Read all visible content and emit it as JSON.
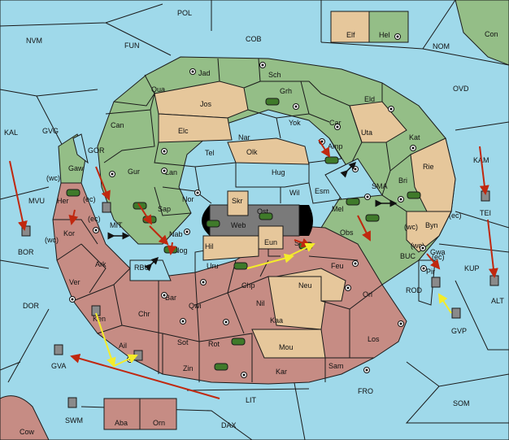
{
  "map": {
    "colors": {
      "sea": "#9fd9ea",
      "green": "#94be87",
      "tan": "#e6c79b",
      "red": "#c68c84",
      "gray": "#7a7a7a",
      "move_red": "#c0280f",
      "move_yellow": "#f4ec2a"
    },
    "regions": [
      {
        "id": "pol",
        "label": "POL"
      },
      {
        "id": "nvm",
        "label": "NVM"
      },
      {
        "id": "fun",
        "label": "FUN"
      },
      {
        "id": "cob",
        "label": "COB"
      },
      {
        "id": "nom",
        "label": "NOM"
      },
      {
        "id": "con",
        "label": "Con"
      },
      {
        "id": "ovd",
        "label": "OVD"
      },
      {
        "id": "kal",
        "label": "KAL"
      },
      {
        "id": "gvg",
        "label": "GVG"
      },
      {
        "id": "gor",
        "label": "GOR"
      },
      {
        "id": "kam",
        "label": "KAM"
      },
      {
        "id": "mvu",
        "label": "MVU"
      },
      {
        "id": "bor",
        "label": "BOR"
      },
      {
        "id": "mit",
        "label": "MIT"
      },
      {
        "id": "sma",
        "label": "SMA"
      },
      {
        "id": "tei",
        "label": "TEI"
      },
      {
        "id": "rbu",
        "label": "RBU"
      },
      {
        "id": "buc",
        "label": "BUC"
      },
      {
        "id": "kup",
        "label": "KUP"
      },
      {
        "id": "rod",
        "label": "ROD"
      },
      {
        "id": "alt",
        "label": "ALT"
      },
      {
        "id": "dor",
        "label": "DOR"
      },
      {
        "id": "gvp",
        "label": "GVP"
      },
      {
        "id": "gva",
        "label": "GVA"
      },
      {
        "id": "fro",
        "label": "FRO"
      },
      {
        "id": "som",
        "label": "SOM"
      },
      {
        "id": "lit",
        "label": "LIT"
      },
      {
        "id": "swm",
        "label": "SWM"
      },
      {
        "id": "dax",
        "label": "DAX"
      },
      {
        "id": "cow",
        "label": "Cow"
      },
      {
        "id": "elf",
        "label": "Elf"
      },
      {
        "id": "hel",
        "label": "Hel"
      },
      {
        "id": "jad",
        "label": "Jad"
      },
      {
        "id": "sch",
        "label": "Sch"
      },
      {
        "id": "qua",
        "label": "Qua"
      },
      {
        "id": "grh",
        "label": "Grh"
      },
      {
        "id": "jos",
        "label": "Jos"
      },
      {
        "id": "eld",
        "label": "Eld"
      },
      {
        "id": "can",
        "label": "Can"
      },
      {
        "id": "yok",
        "label": "Yok"
      },
      {
        "id": "car",
        "label": "Car"
      },
      {
        "id": "elc",
        "label": "Elc"
      },
      {
        "id": "nar",
        "label": "Nar"
      },
      {
        "id": "uta",
        "label": "Uta"
      },
      {
        "id": "kat",
        "label": "Kat"
      },
      {
        "id": "tel",
        "label": "Tel"
      },
      {
        "id": "olk",
        "label": "Olk"
      },
      {
        "id": "amp",
        "label": "Amp"
      },
      {
        "id": "gur",
        "label": "Gur"
      },
      {
        "id": "lan",
        "label": "Lan"
      },
      {
        "id": "hug",
        "label": "Hug"
      },
      {
        "id": "rie",
        "label": "Rie"
      },
      {
        "id": "gaw",
        "label": "Gaw"
      },
      {
        "id": "wil",
        "label": "Wil"
      },
      {
        "id": "esm",
        "label": "Esm"
      },
      {
        "id": "bri",
        "label": "Bri"
      },
      {
        "id": "nor",
        "label": "Nor"
      },
      {
        "id": "skr",
        "label": "Skr"
      },
      {
        "id": "her",
        "label": "Her"
      },
      {
        "id": "sap",
        "label": "Sap"
      },
      {
        "id": "ost",
        "label": "Ost"
      },
      {
        "id": "mel",
        "label": "Mel"
      },
      {
        "id": "web",
        "label": "Web"
      },
      {
        "id": "byn",
        "label": "Byn"
      },
      {
        "id": "kor",
        "label": "Kor"
      },
      {
        "id": "nab",
        "label": "Nab"
      },
      {
        "id": "obs",
        "label": "Obs"
      },
      {
        "id": "hil",
        "label": "Hil"
      },
      {
        "id": "eun",
        "label": "Eun"
      },
      {
        "id": "sun",
        "label": "Sun"
      },
      {
        "id": "gwa",
        "label": "Gwa"
      },
      {
        "id": "nog",
        "label": "Nog"
      },
      {
        "id": "ark",
        "label": "Ark"
      },
      {
        "id": "uru",
        "label": "Uru"
      },
      {
        "id": "feu",
        "label": "Feu"
      },
      {
        "id": "pir",
        "label": "Pir"
      },
      {
        "id": "chp",
        "label": "Chp"
      },
      {
        "id": "neu",
        "label": "Neu"
      },
      {
        "id": "ver",
        "label": "Ver"
      },
      {
        "id": "bar",
        "label": "Bar"
      },
      {
        "id": "qwi",
        "label": "Qwi"
      },
      {
        "id": "orl",
        "label": "Orl"
      },
      {
        "id": "nil",
        "label": "Nil"
      },
      {
        "id": "chr",
        "label": "Chr"
      },
      {
        "id": "kaa",
        "label": "Kaa"
      },
      {
        "id": "ken",
        "label": "Ken"
      },
      {
        "id": "los",
        "label": "Los"
      },
      {
        "id": "sot",
        "label": "Sot"
      },
      {
        "id": "rot",
        "label": "Rot"
      },
      {
        "id": "ail",
        "label": "Ail"
      },
      {
        "id": "mou",
        "label": "Mou"
      },
      {
        "id": "sam",
        "label": "Sam"
      },
      {
        "id": "zin",
        "label": "Zin"
      },
      {
        "id": "kar",
        "label": "Kar"
      },
      {
        "id": "aba",
        "label": "Aba"
      },
      {
        "id": "orn",
        "label": "Orn"
      }
    ],
    "coast_tags": [
      {
        "id": "wc1",
        "label": "(wc)"
      },
      {
        "id": "ec1",
        "label": "(ec)"
      },
      {
        "id": "ec2",
        "label": "(ec)"
      },
      {
        "id": "wc2",
        "label": "(wc)"
      },
      {
        "id": "wc3",
        "label": "(wc)"
      },
      {
        "id": "ec3",
        "label": "(ec)"
      },
      {
        "id": "wc4",
        "label": "(wc)"
      },
      {
        "id": "ec4",
        "label": "(ec)"
      }
    ]
  }
}
